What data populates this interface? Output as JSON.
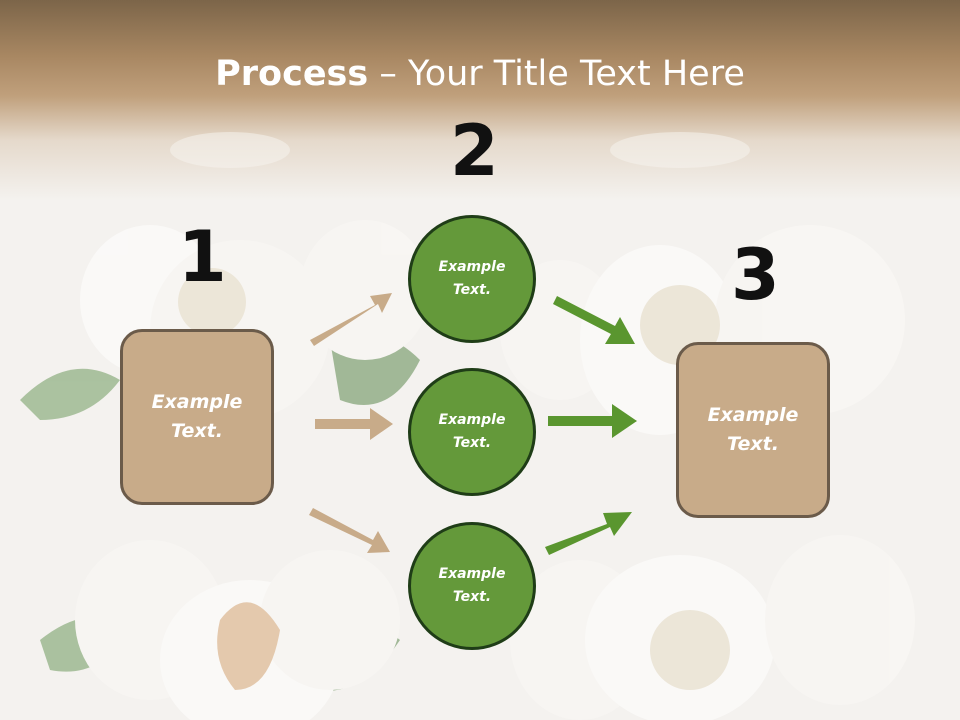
{
  "title": {
    "bold": "Process",
    "rest": " – Your Title Text Here"
  },
  "steps": [
    {
      "number": "1",
      "text_line1": "Example",
      "text_line2": "Text."
    },
    {
      "number": "2"
    },
    {
      "number": "3",
      "text_line1": "Example",
      "text_line2": "Text."
    }
  ],
  "circles": [
    {
      "text_line1": "Example",
      "text_line2": "Text."
    },
    {
      "text_line1": "Example",
      "text_line2": "Text."
    },
    {
      "text_line1": "Example",
      "text_line2": "Text."
    }
  ],
  "colors": {
    "box_fill": "#c8ab89",
    "circle_fill": "#64993a",
    "arrow_tan": "#c8ab89",
    "arrow_green": "#5a962f"
  }
}
